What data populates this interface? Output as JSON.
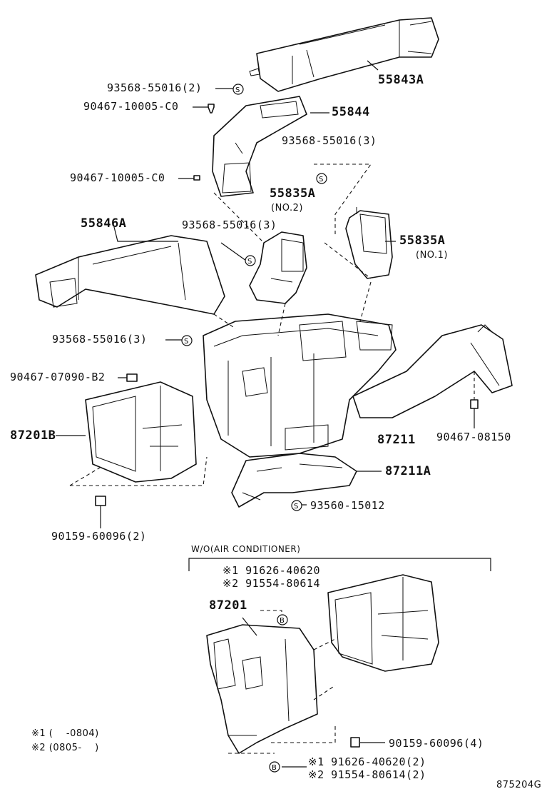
{
  "labels": {
    "p55843A": "55843A",
    "p93568_top": "93568-55016(2)",
    "p90467_top": "90467-10005-C0",
    "p55844": "55844",
    "p93568_3a": "93568-55016(3)",
    "p90467_mid": "90467-10005-C0",
    "p55835A_no2": "55835A",
    "no2": "(NO.2)",
    "p55846A": "55846A",
    "p93568_3b": "93568-55016(3)",
    "p55835A_no1": "55835A",
    "no1": "(NO.1)",
    "p93568_3c": "93568-55016(3)",
    "p90467_07090": "90467-07090-B2",
    "p87201B": "87201B",
    "p87211": "87211",
    "p90467_08150": "90467-08150",
    "p87211A": "87211A",
    "p93560": "93560-15012",
    "p90159_2": "90159-60096(2)",
    "wo_ac": "W/O(AIR CONDITIONER)",
    "ref1_top": "※1 91626-40620",
    "ref2_top": "※2 91554-80614",
    "p87201": "87201",
    "p90159_4": "90159-60096(4)",
    "ref1_bot": "※1 91626-40620(2)",
    "ref2_bot": "※2 91554-80614(2)",
    "note1": "※1 (    -0804)",
    "note2": "※2 (0805-    )",
    "diagram_code": "875204G"
  },
  "symbols": {
    "s": "S",
    "b": "B"
  }
}
